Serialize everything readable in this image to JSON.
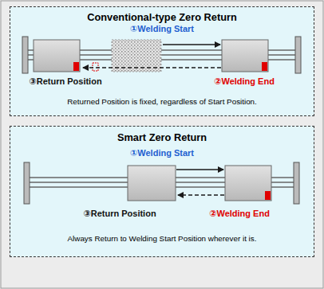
{
  "diagram": {
    "nodes": [
      {
        "text": [
          "Conventional-type Zero Return",
          "Returned Position is fixed, regardless of Start Position."
        ]
      },
      {
        "text": [
          "Smart Zero Return",
          "Always Return to Welding Start Position wherever it is."
        ]
      }
    ],
    "labels": [
      "①Welding Start",
      "③Return Position",
      "②Welding End",
      "①Welding Start",
      "③Return Position",
      "②Welding End"
    ]
  }
}
